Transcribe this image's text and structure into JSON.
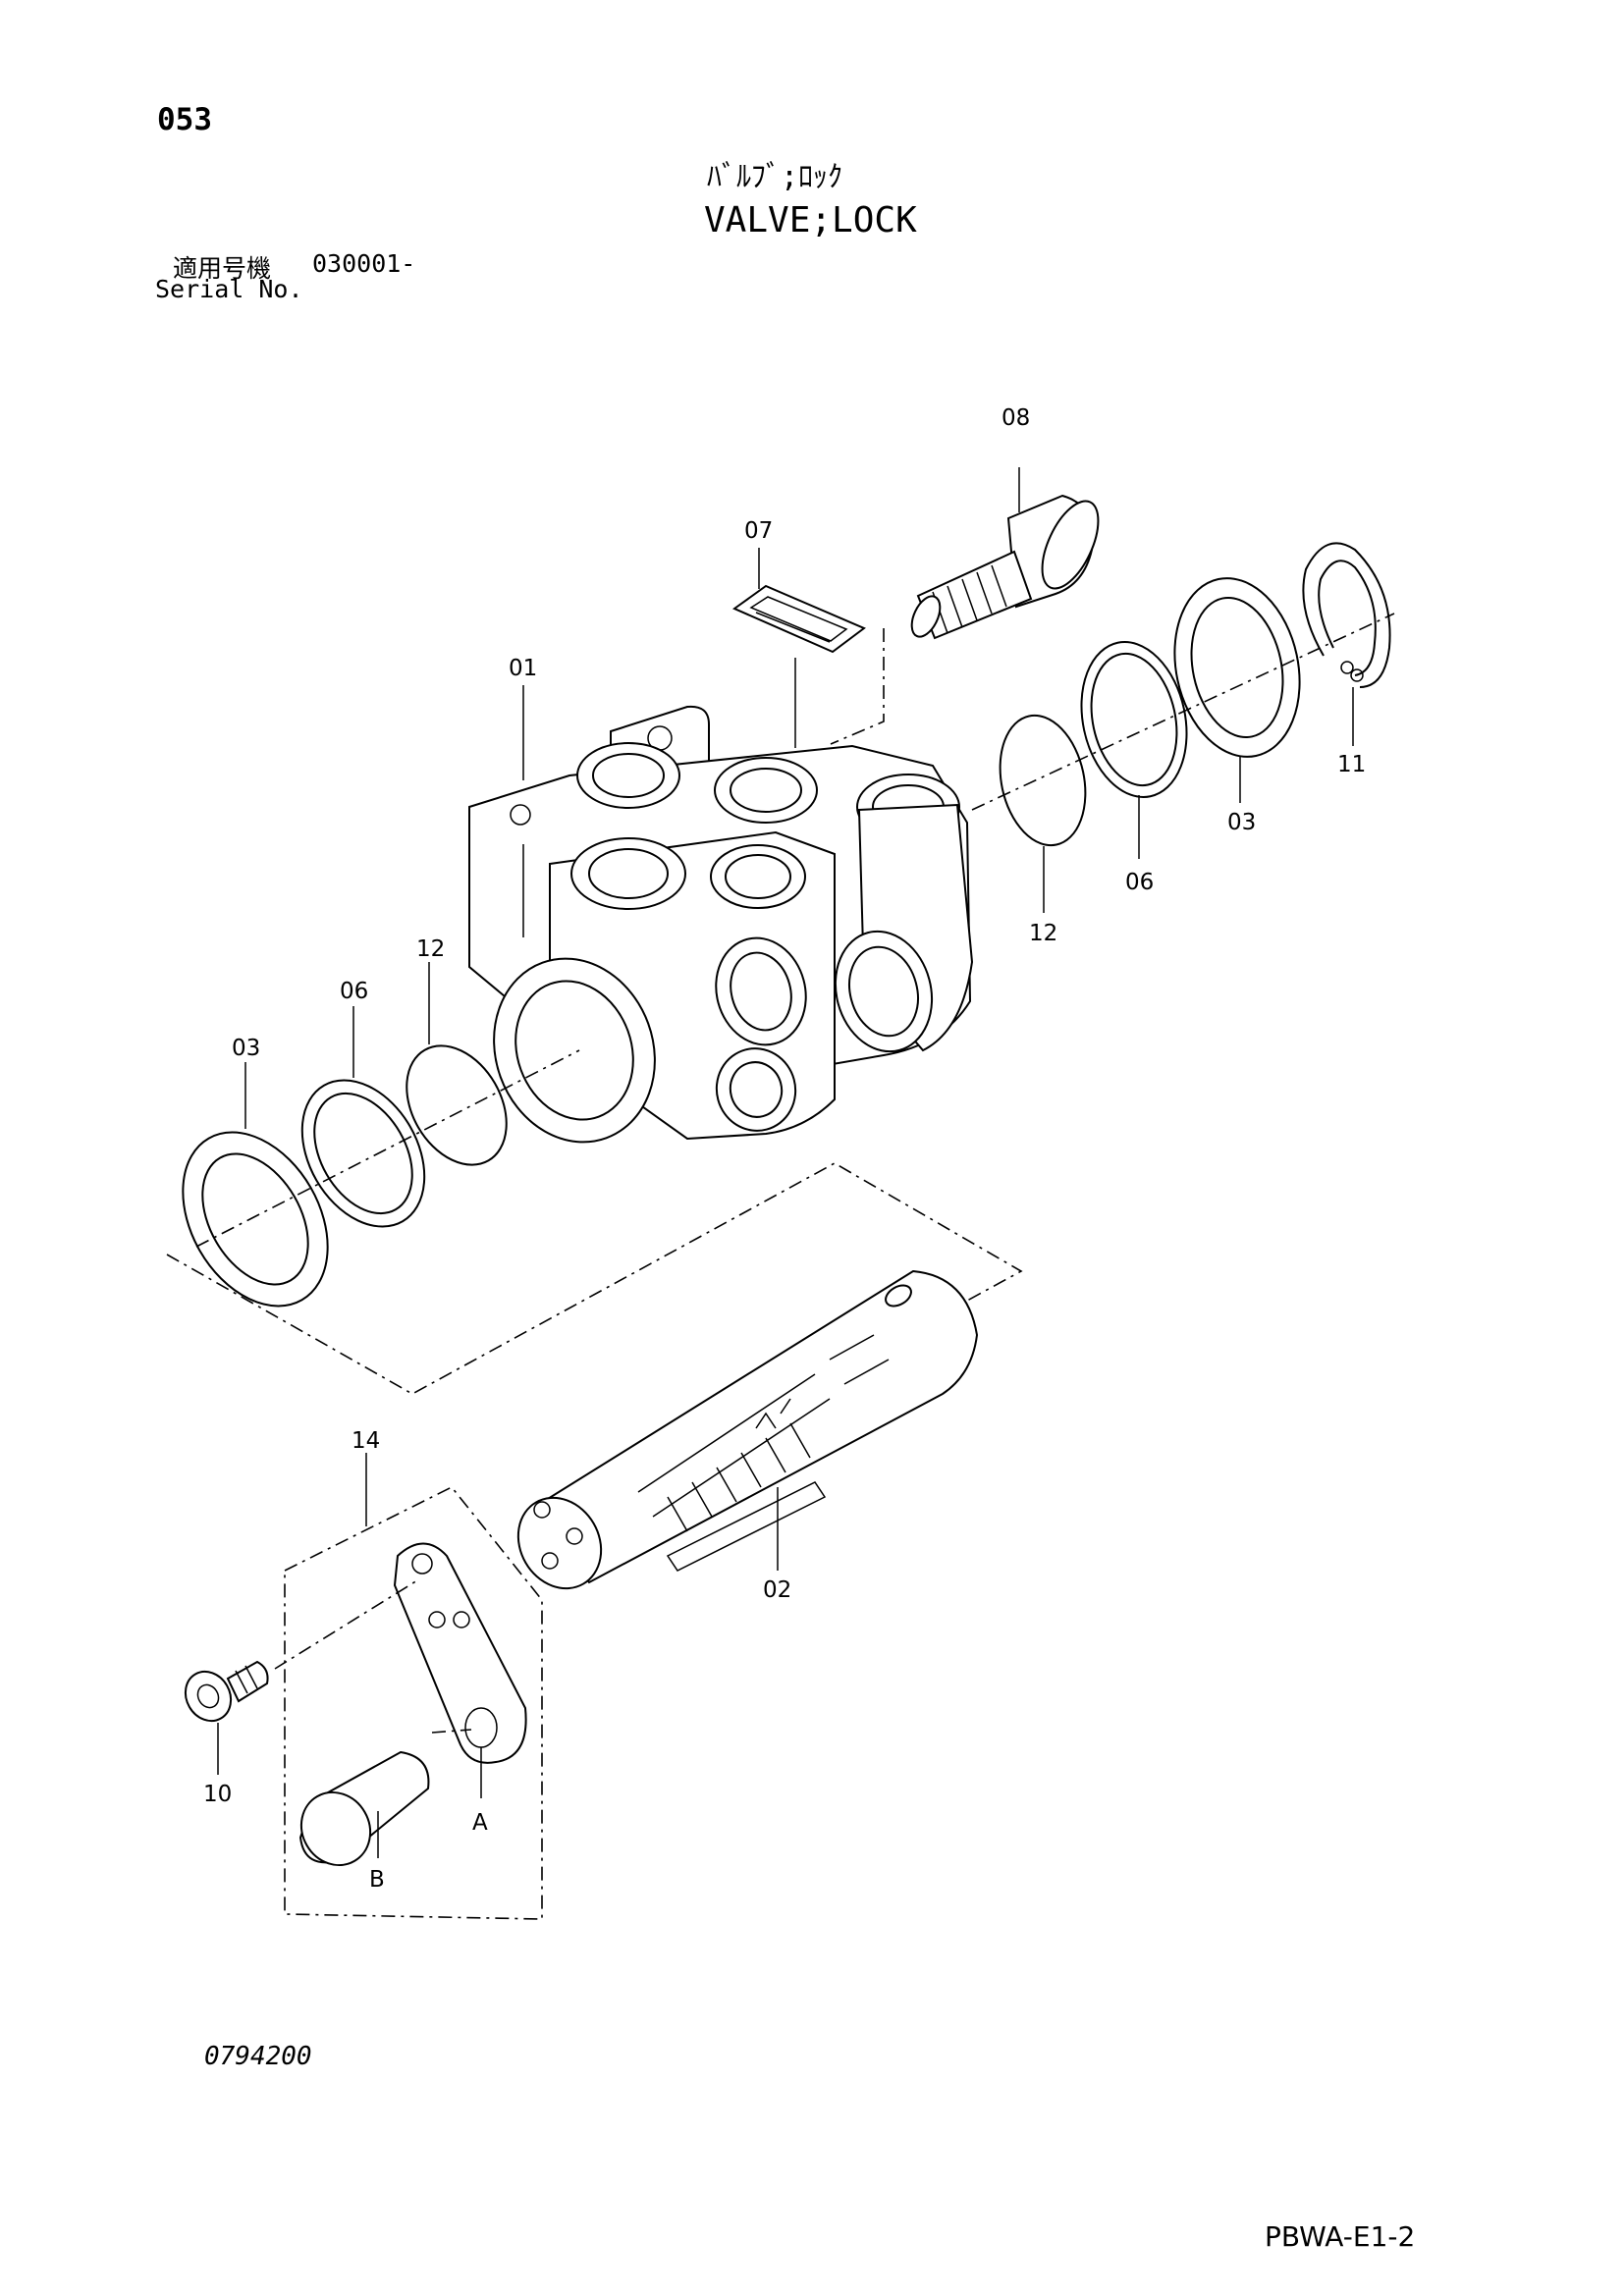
{
  "header": {
    "page_number": "053",
    "title_jp": "ﾊﾞﾙﾌﾞ;ﾛｯｸ",
    "title_en": "VALVE;LOCK",
    "serial_label_jp": "適用号機",
    "serial_value": "030001-",
    "serial_label_en": "Serial No."
  },
  "callouts": {
    "p01": "01",
    "p02": "02",
    "p03_right": "03",
    "p03_left": "03",
    "p06_right": "06",
    "p06_left": "06",
    "p07": "07",
    "p08": "08",
    "p10": "10",
    "p11": "11",
    "p12_right": "12",
    "p12_left": "12",
    "p14": "14",
    "pA": "A",
    "pB": "B"
  },
  "footer": {
    "drawing_number": "0794200",
    "doc_code": "PBWA-E1-2"
  }
}
